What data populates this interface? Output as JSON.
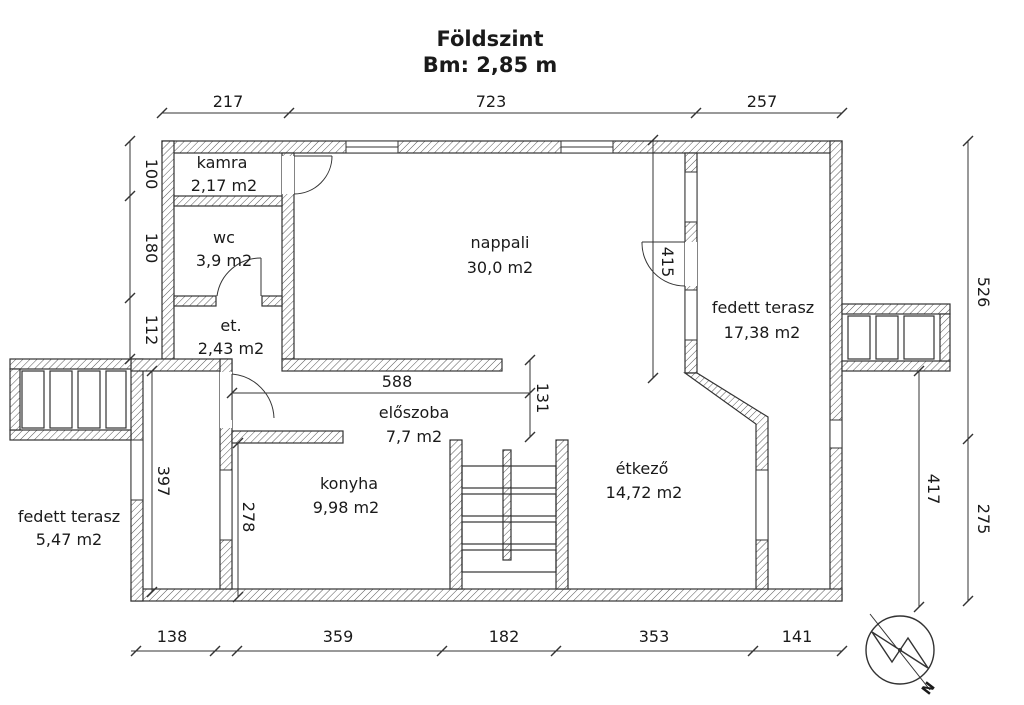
{
  "header": {
    "title": "Földszint",
    "subtitle": "Bm: 2,85 m"
  },
  "rooms": {
    "kamra": {
      "name": "kamra",
      "area": "2,17 m2"
    },
    "wc": {
      "name": "wc",
      "area": "3,9 m2"
    },
    "et": {
      "name": "et.",
      "area": "2,43 m2"
    },
    "nappali": {
      "name": "nappali",
      "area": "30,0 m2"
    },
    "eloszoba": {
      "name": "előszoba",
      "area": "7,7 m2"
    },
    "konyha": {
      "name": "konyha",
      "area": "9,98 m2"
    },
    "etkezo": {
      "name": "étkező",
      "area": "14,72 m2"
    },
    "terasz_jobb": {
      "name": "fedett terasz",
      "area": "17,38 m2"
    },
    "terasz_bal": {
      "name": "fedett terasz",
      "area": "5,47 m2"
    }
  },
  "dimensions": {
    "top": [
      "217",
      "723",
      "257"
    ],
    "bottom": [
      "138",
      "359",
      "182",
      "353",
      "141"
    ],
    "left": [
      "100",
      "180",
      "112"
    ],
    "right_outer": [
      "526",
      "275"
    ],
    "right_inner": "417",
    "inner_415": "415",
    "inner_588": "588",
    "inner_131": "131",
    "inner_397": "397",
    "inner_278": "278"
  },
  "north_arrow": {
    "label": "N"
  }
}
